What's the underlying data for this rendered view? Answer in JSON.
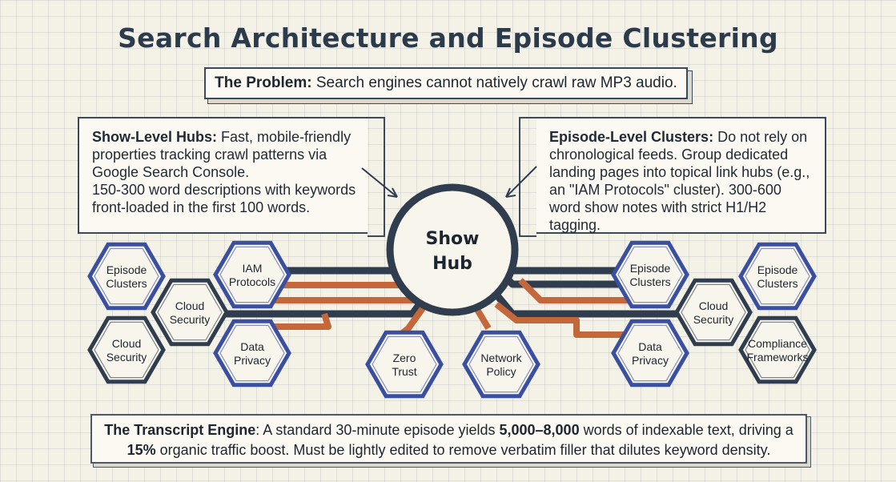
{
  "title": "Search Architecture and Episode Clustering",
  "problem": {
    "label": "The Problem:",
    "text": " Search engines cannot natively crawl raw MP3 audio."
  },
  "show_level": {
    "label": "Show-Level Hubs:",
    "text": " Fast, mobile-friendly properties tracking crawl patterns via Google Search Console.",
    "text2": "150-300 word descriptions with keywords front-loaded in the first 100 words."
  },
  "episode_level": {
    "label": "Episode-Level Clusters:",
    "text": " Do not rely on chronological feeds. Group dedicated landing pages into topical link hubs (e.g., an \"IAM Protocols\" cluster). 300-600 word show notes with strict H1/H2 tagging."
  },
  "hub": {
    "line1": "Show",
    "line2": "Hub"
  },
  "hexes": {
    "l_episode": [
      "Episode",
      "Clusters"
    ],
    "l_cloud_top": [
      "Cloud",
      "Security"
    ],
    "l_cloud_bot": [
      "Cloud",
      "Security"
    ],
    "l_iam": [
      "IAM",
      "Protocols"
    ],
    "l_data": [
      "Data",
      "Privacy"
    ],
    "c_zero": [
      "Zero",
      "Trust"
    ],
    "c_network": [
      "Network",
      "Policy"
    ],
    "r_episode_a": [
      "Episode",
      "Clusters"
    ],
    "r_episode_b": [
      "Episode",
      "Clusters"
    ],
    "r_cloud": [
      "Cloud",
      "Security"
    ],
    "r_data": [
      "Data",
      "Privacy"
    ],
    "r_compliance": [
      "Compliance",
      "Frameworks"
    ]
  },
  "transcript": {
    "label": "The Transcript Engine",
    "t1": ": A standard 30-minute episode yields ",
    "b1": "5,000–8,000",
    "t2": " words of indexable text, driving a ",
    "b2": "15%",
    "t3": " organic traffic boost. Must be lightly edited to remove verbatim filler that dilutes keyword density."
  },
  "colors": {
    "navy": "#2f3d4f",
    "blue": "#3a4fa0",
    "orange": "#c4683c",
    "paper": "#f4f1e6"
  }
}
